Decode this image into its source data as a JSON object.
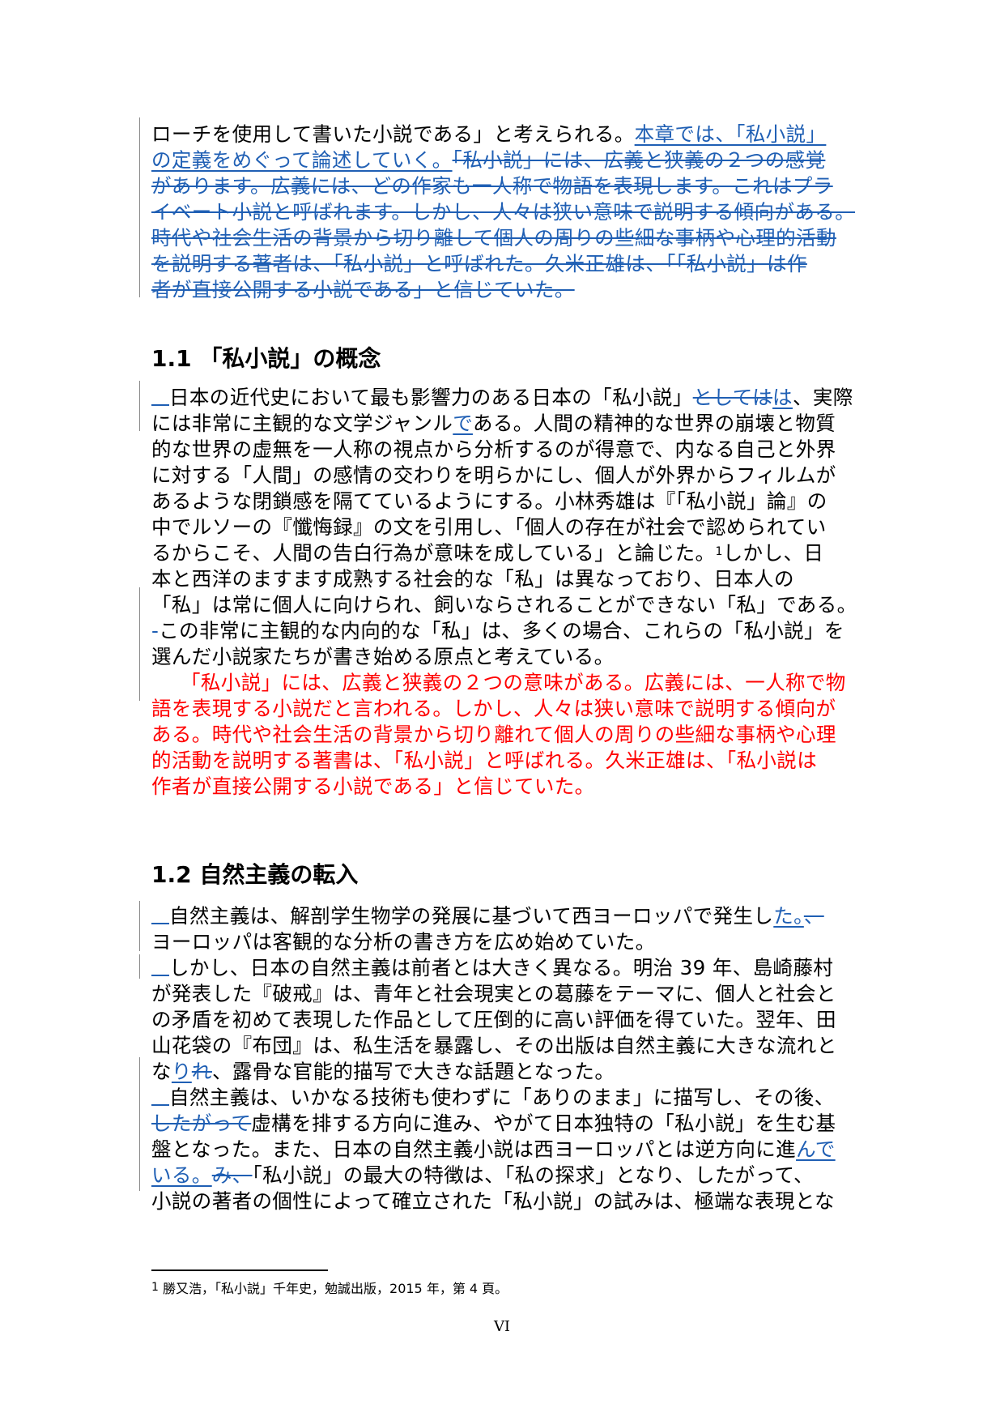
{
  "intro": {
    "l1_plain": "ローチを使用して書いた小説である」と考えられる。",
    "l1_ins": "本章では、「私小説」",
    "l2_ins": "の定義をめぐって論述していく。",
    "l2_del": "「私小説」には、広義と狭義の２つの感覚",
    "l3_del": "があります。広義には、どの作家も一人称で物語を表現します。これはプラ",
    "l4_del": "イベート小説と呼ばれます。しかし、人々は狭い意味で説明する傾向がある。",
    "l5_del": "時代や社会生活の背景から切り離して個人の周りの些細な事柄や心理的活動",
    "l6_del": "を説明する著者は、「私小説」と呼ばれた。久米正雄は、「「私小説」は作",
    "l7_del": "者が直接公開する小説である」と信じていた。"
  },
  "section1": {
    "heading": "1.1 「私小説」の概念",
    "p1": {
      "l1_a": "日本の近代史において最も影響力のある日本の「私小説」",
      "l1_del": "としては",
      "l1_ins": "は",
      "l1_b": "、実際",
      "l2_a": "には非常に主観的な文学ジャンル",
      "l2_ins": "で",
      "l2_b": "ある。人間の精神的な世界の崩壊と物質",
      "l3": "的な世界の虚無を一人称の視点から分析するのが得意で、内なる自己と外界",
      "l4": "に対する「人間」の感情の交わりを明らかにし、個人が外界からフィルムが",
      "l5": "あるような閉鎖感を隔てているようにする。小林秀雄は『「私小説」論』の",
      "l6": "中でルソーの『懺悔録』の文を引用し、「個人の存在が社会で認められてい",
      "l7_a": "るからこそ、人間の告白行為が意味を成している」と論じた。",
      "l7_sup": "1",
      "l7_b": "しかし、日",
      "l8": "本と西洋のますます成熟する社会的な「私」は異なっており、日本人の",
      "l9": "「私」は常に個人に向けられ、飼いならされることができない「私」である。",
      "l10_mark": "-",
      "l10": "この非常に主観的な内向的な「私」は、多くの場合、これらの「私小説」を",
      "l11": "選んだ小説家たちが書き始める原点と考えている。"
    },
    "p2_red": {
      "l1": "「私小説」には、広義と狭義の２つの意味がある。広義には、一人称で物",
      "l2": "語を表現する小説だと言われる。しかし、人々は狭い意味で説明する傾向が",
      "l3": "ある。時代や社会生活の背景から切り離れて個人の周りの些細な事柄や心理",
      "l4": "的活動を説明する著書は、「私小説」と呼ばれる。久米正雄は、「私小説は",
      "l5": "作者が直接公開する小説である」と信じていた。"
    }
  },
  "section2": {
    "heading": "1.2 自然主義の転入",
    "p1": {
      "l1_a": "自然主義は、解剖学生物学の発展に基づいて西ヨーロッパで発生し",
      "l1_ins": "た。",
      "l1_del": "、",
      "l2": "ヨーロッパは客観的な分析の書き方を広め始めていた。"
    },
    "p2": {
      "l1": "しかし、日本の自然主義は前者とは大きく異なる。明治 39 年、島崎藤村",
      "l2": "が発表した『破戒』は、青年と社会現実との葛藤をテーマに、個人と社会と",
      "l3": "の矛盾を初めて表現した作品として圧倒的に高い評価を得ていた。翌年、田",
      "l4": "山花袋の『布団』は、私生活を暴露し、その出版は自然主義に大きな流れと",
      "l5_a": "な",
      "l5_ins": "り",
      "l5_del": "れ",
      "l5_b": "、露骨な官能的描写で大きな話題となった。"
    },
    "p3": {
      "l1": "自然主義は、いかなる技術も使わずに「ありのまま」に描写し、その後、",
      "l2_del": "したがって",
      "l2": "虚構を排する方向に進み、やがて日本独特の「私小説」を生む基",
      "l3_a": "盤となった。また、日本の自然主義小説は西ヨーロッパとは逆方向に進",
      "l3_ins": "んで",
      "l4_ins": "いる。",
      "l4_del": "み、",
      "l4_b": "「私小説」の最大の特徴は、「私の探求」となり、したがって、",
      "l5": "小説の著者の個性によって確立された「私小説」の試みは、極端な表現とな"
    }
  },
  "footnote": {
    "marker": "1",
    "text": "勝又浩，「私小説」千年史，勉誠出版，2015 年，第 4 頁。"
  },
  "page_number": "VI",
  "colors": {
    "revision_blue": "#1f5fb4",
    "highlight_red": "#ff0000",
    "change_bar": "#8a8a8a"
  }
}
